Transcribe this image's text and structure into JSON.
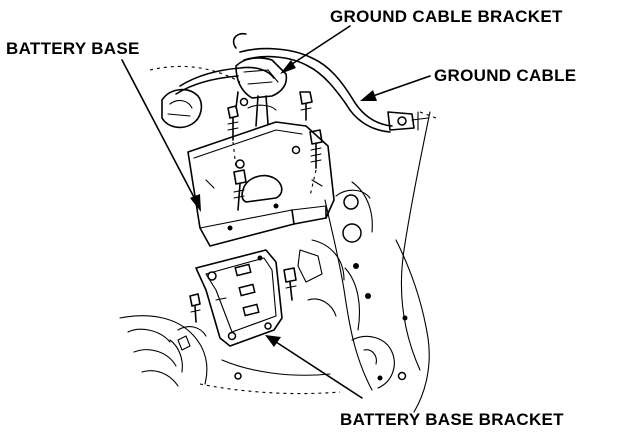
{
  "diagram": {
    "labels": {
      "battery_base": "BATTERY BASE",
      "ground_cable_bracket": "GROUND CABLE BRACKET",
      "ground_cable": "GROUND CABLE",
      "battery_base_bracket": "BATTERY BASE BRACKET"
    },
    "colors": {
      "ink": "#000000",
      "paper": "#ffffff"
    }
  }
}
